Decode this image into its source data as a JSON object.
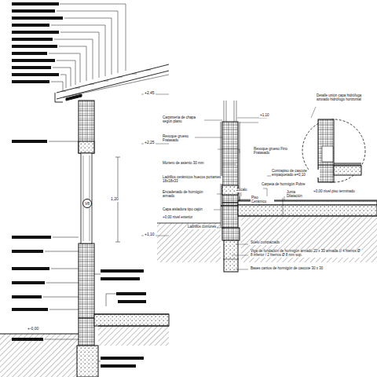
{
  "diagram": {
    "nodes": [
      {
        "text": [
          "V8"
        ]
      }
    ],
    "labels": [
      "+2,45",
      "+2,25",
      "1,20",
      "+1,10",
      "+-0,00",
      "Carpintería de chapa según plano",
      "+1,10",
      "Revoque grueso Fratasado",
      "Revoque grueso Fino Fratasado",
      "Mortero de asiento 30 mm",
      "Ladrillos cerámicos huecos portantes 18x18x33",
      "Encadenado de hormigón armado",
      "Zócalo",
      "Piso Cerámico",
      "Contrapiso de cascote empaquetado e=0,10",
      "Carpeta de hormigón Pobre",
      "Junta Dilatación",
      "+0,00 nivel piso terminado",
      "Capa aisladora tipo cajón",
      "+0,00 nivel exterior",
      "Ladrillos comunes",
      "Suelo compactado",
      "Viga de fundación de hormigón armado 20 x 30 armada c/ 4 hierros Ø 8 inferior / 2 hierros Ø 8 mm sup.",
      "Bases cantos de hormigón de cascote 30 x 30",
      "Detalle unión capa hidrófuga azotado hidrófugo horizontal"
    ]
  }
}
